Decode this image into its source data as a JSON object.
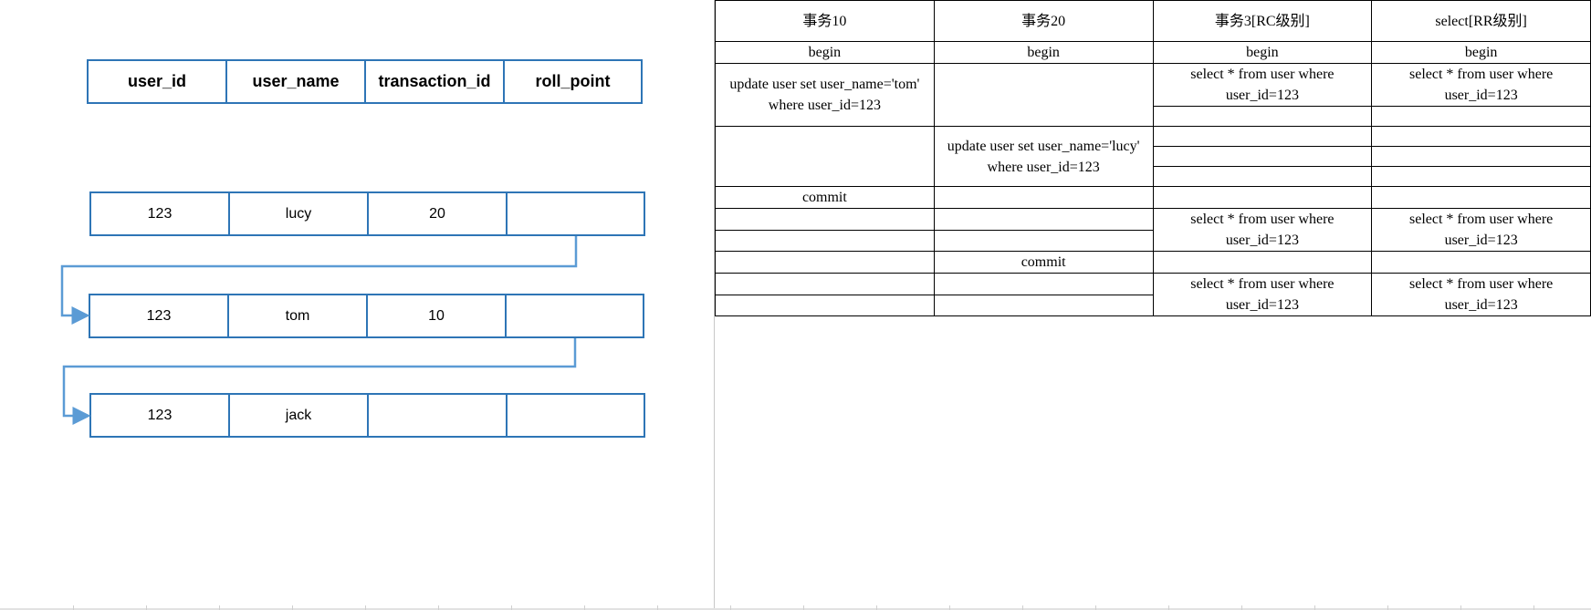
{
  "colors": {
    "box_border": "#2e75b6",
    "arrow": "#5b9bd5",
    "table_border": "#000000"
  },
  "record_header": [
    "user_id",
    "user_name",
    "transaction_id",
    "roll_point"
  ],
  "version_chain": [
    [
      "123",
      "lucy",
      "20",
      ""
    ],
    [
      "123",
      "tom",
      "10",
      ""
    ],
    [
      "123",
      "jack",
      "",
      ""
    ]
  ],
  "transaction_table": {
    "headers": [
      "事务10",
      "事务20",
      "事务3[RC级别]",
      "select[RR级别]"
    ],
    "begin": "begin",
    "update_tom": "update user set user_name='tom' where user_id=123",
    "update_lucy": "update user set user_name='lucy' where user_id=123",
    "select_stmt": "select * from user where user_id=123",
    "commit": "commit"
  }
}
